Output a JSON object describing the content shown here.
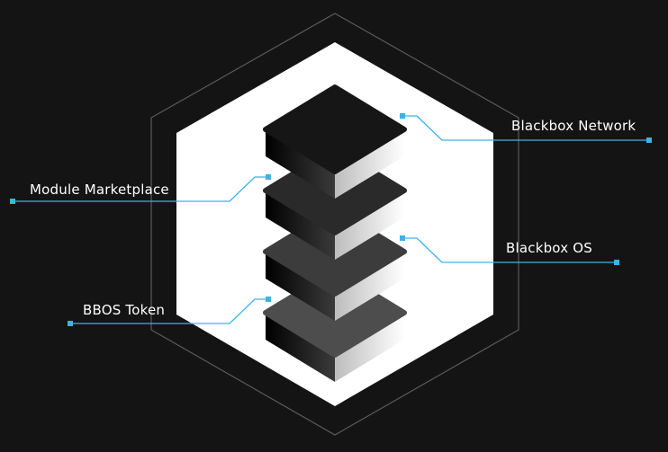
{
  "colors": {
    "background": "#141414",
    "hexagon_outline": "#5a5a5a",
    "hexagon_fill": "#ffffff",
    "connector": "#3ab3e8",
    "text": "#ffffff",
    "layer_tops": [
      "#161616",
      "#2a2a2a",
      "#3c3c3c",
      "#4d4d4d"
    ]
  },
  "diagram": {
    "layers": [
      {
        "label": "Blackbox Network",
        "side": "right"
      },
      {
        "label": "Module Marketplace",
        "side": "left"
      },
      {
        "label": "Blackbox OS",
        "side": "right"
      },
      {
        "label": "BBOS Token",
        "side": "left"
      }
    ]
  }
}
